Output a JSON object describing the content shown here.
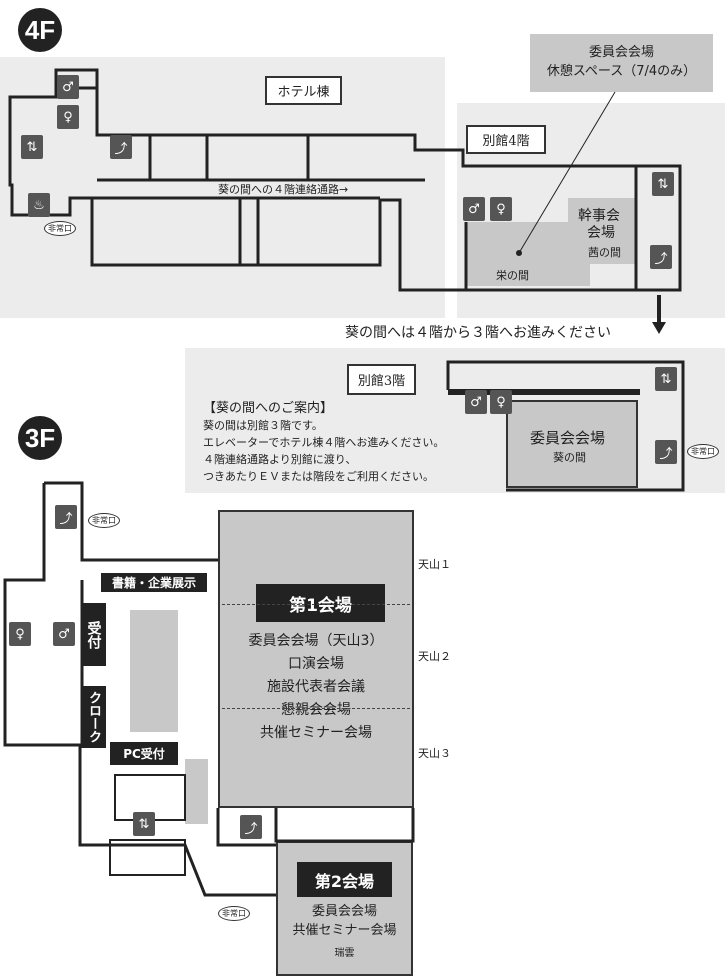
{
  "floor4": {
    "badge": "4F",
    "hotel_label": "ホテル棟",
    "annex_label": "別館4階",
    "corridor_label": "葵の間への４階連絡通路→",
    "callout": {
      "line1": "委員会会場",
      "line2": "休憩スペース（7/4のみ）"
    },
    "rooms": {
      "sakae": "栄の間",
      "kanji_line1": "幹事会",
      "kanji_line2": "会場",
      "akane": "茜の間"
    },
    "emergency_exit": "非常口",
    "direction_note": "葵の間へは４階から３階へお進みください"
  },
  "annex3": {
    "label": "別館3階",
    "guide_title": "【葵の間へのご案内】",
    "guide_lines": [
      "葵の間は別館３階です。",
      "エレベーターでホテル棟４階へお進みください。",
      "４階連絡通路より別館に渡り、",
      "つきあたりＥＶまたは階段をご利用ください。"
    ],
    "room_title": "委員会会場",
    "room_name": "葵の間",
    "emergency_exit": "非常口"
  },
  "floor3": {
    "badge": "3F",
    "emergency_exit_top": "非常口",
    "emergency_exit_bottom": "非常口",
    "books": "書籍・企業展示",
    "reception": "受付",
    "cloak": "クローク",
    "pc_reception": "PC受付",
    "hall1": {
      "title": "第1会場",
      "lines": [
        "委員会会場（天山3）",
        "口演会場",
        "施設代表者会議",
        "懇親会会場",
        "共催セミナー会場"
      ],
      "sections": [
        "天山１",
        "天山２",
        "天山３"
      ]
    },
    "hall2": {
      "title": "第2会場",
      "lines": [
        "委員会会場",
        "共催セミナー会場"
      ],
      "name": "瑞雲"
    }
  },
  "colors": {
    "zone": "#ececec",
    "room": "#c8c8c8",
    "dark": "#222222"
  }
}
